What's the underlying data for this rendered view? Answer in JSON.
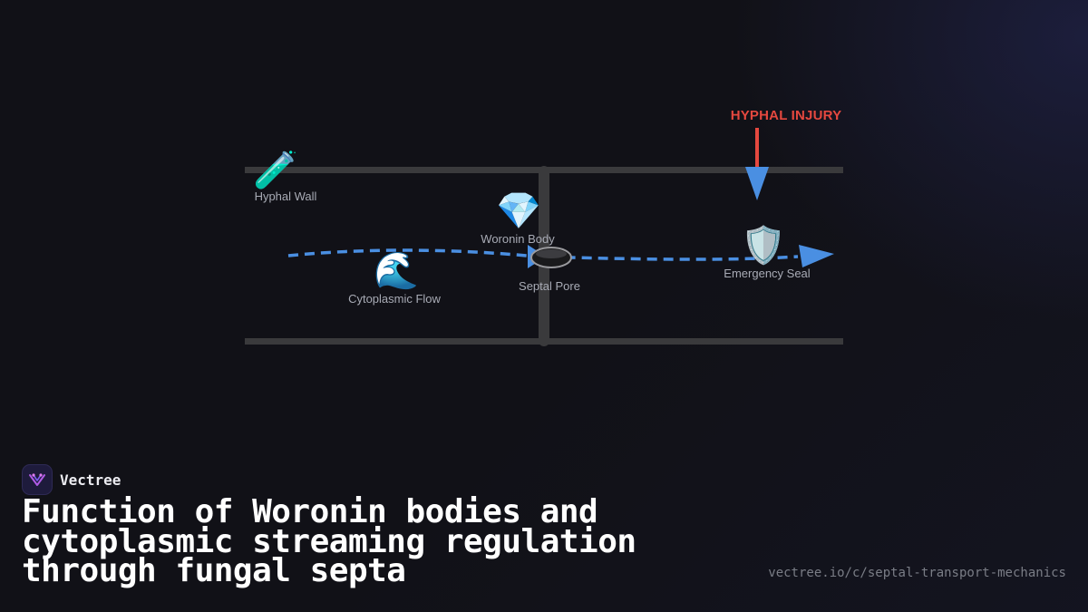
{
  "diagram": {
    "labels": {
      "hyphal_wall": "Hyphal Wall",
      "woronin_body": "Woronin Body",
      "cytoplasmic_flow": "Cytoplasmic Flow",
      "septal_pore": "Septal Pore",
      "emergency_seal": "Emergency Seal",
      "hyphal_injury": "HYPHAL INJURY"
    },
    "icons": {
      "hyphal_wall": "🧪",
      "woronin_body": "💎",
      "cytoplasmic_flow": "🌊",
      "emergency_seal": "🛡️"
    },
    "colors": {
      "wall": "#3a3a3c",
      "flow": "#4a8fe2",
      "injury": "#e5483f",
      "label": "#a8abb5"
    }
  },
  "footer": {
    "brand": "Vectree",
    "title": "Function of Woronin bodies and cytoplasmic streaming regulation through fungal septa",
    "url": "vectree.io/c/septal-transport-mechanics"
  }
}
